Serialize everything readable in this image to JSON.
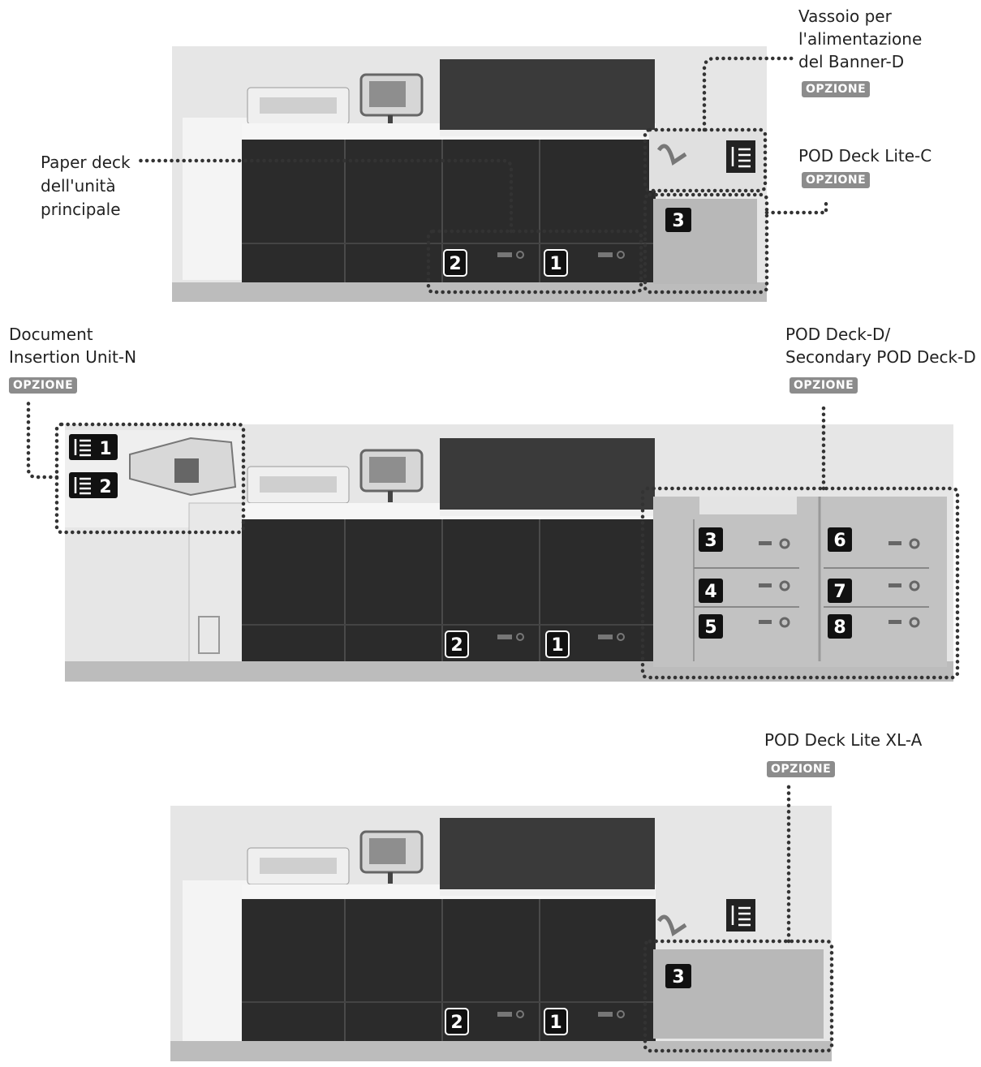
{
  "labels": {
    "banner_tray": [
      "Vassoio per",
      "l'alimentazione",
      "del Banner-D"
    ],
    "pod_lite_c": "POD Deck Lite-C",
    "paper_deck_main": [
      "Paper deck",
      "dell'unità",
      "principale"
    ],
    "insertion_unit": [
      "Document",
      "Insertion Unit-N"
    ],
    "pod_deck_d": [
      "POD Deck-D/",
      "Secondary POD Deck-D"
    ],
    "pod_lite_xl": "POD Deck Lite XL-A"
  },
  "option_badge": "OPZIONE",
  "tray_numbers": {
    "main": [
      "2",
      "1"
    ],
    "lite_c": "3",
    "deck_d": [
      "3",
      "4",
      "5",
      "6",
      "7",
      "8"
    ],
    "lite_xl": "3",
    "insertion": [
      "1",
      "2"
    ]
  },
  "colors": {
    "body_dark": "#2b2b2b",
    "body_light": "#d9d9d9",
    "deck_gray": "#bdbdbd",
    "badge": "#8c8c8c",
    "dots": "#333333"
  }
}
